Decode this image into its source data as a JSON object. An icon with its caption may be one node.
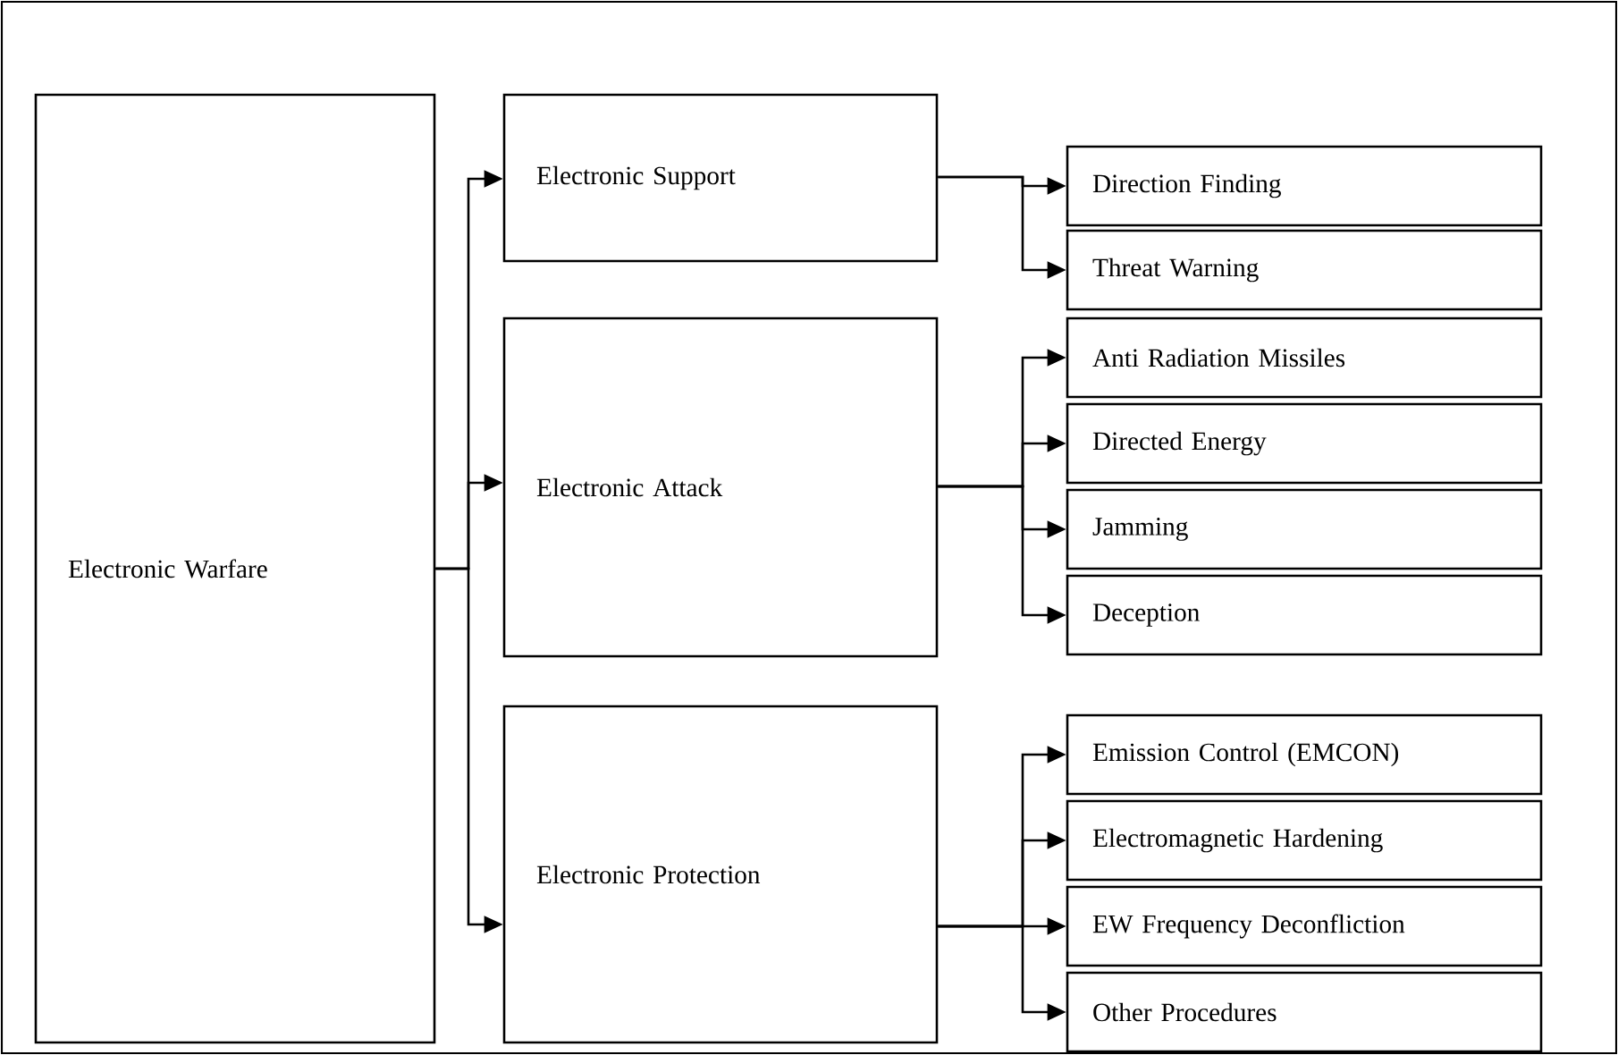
{
  "diagram": {
    "nodes": [
      {
        "text": [
          "Electronic Warfare"
        ]
      },
      {
        "text": [
          "Electronic Support"
        ]
      },
      {
        "text": [
          "Electronic Attack"
        ]
      },
      {
        "text": [
          "Electronic Protection"
        ]
      },
      {
        "text": [
          "Direction Finding"
        ]
      },
      {
        "text": [
          "Threat Warning"
        ]
      },
      {
        "text": [
          "Anti Radiation Missiles"
        ]
      },
      {
        "text": [
          "Directed Energy"
        ]
      },
      {
        "text": [
          "Jamming"
        ]
      },
      {
        "text": [
          "Deception"
        ]
      },
      {
        "text": [
          "Emission Control (EMCON)"
        ]
      },
      {
        "text": [
          "Electromagnetic Hardening"
        ]
      },
      {
        "text": [
          "EW Frequency Deconfliction"
        ]
      },
      {
        "text": [
          "Other Procedures"
        ]
      }
    ],
    "edges": [
      {
        "from": 0,
        "to": 1,
        "arrow": "to"
      },
      {
        "from": 0,
        "to": 2,
        "arrow": "to"
      },
      {
        "from": 0,
        "to": 3,
        "arrow": "to"
      },
      {
        "from": 1,
        "to": 4,
        "arrow": "to"
      },
      {
        "from": 1,
        "to": 5,
        "arrow": "to"
      },
      {
        "from": 2,
        "to": 6,
        "arrow": "to"
      },
      {
        "from": 2,
        "to": 7,
        "arrow": "to"
      },
      {
        "from": 2,
        "to": 8,
        "arrow": "to"
      },
      {
        "from": 2,
        "to": 9,
        "arrow": "to"
      },
      {
        "from": 3,
        "to": 10,
        "arrow": "to"
      },
      {
        "from": 3,
        "to": 11,
        "arrow": "to"
      },
      {
        "from": 3,
        "to": 12,
        "arrow": "to"
      },
      {
        "from": 3,
        "to": 13,
        "arrow": "to"
      }
    ]
  }
}
